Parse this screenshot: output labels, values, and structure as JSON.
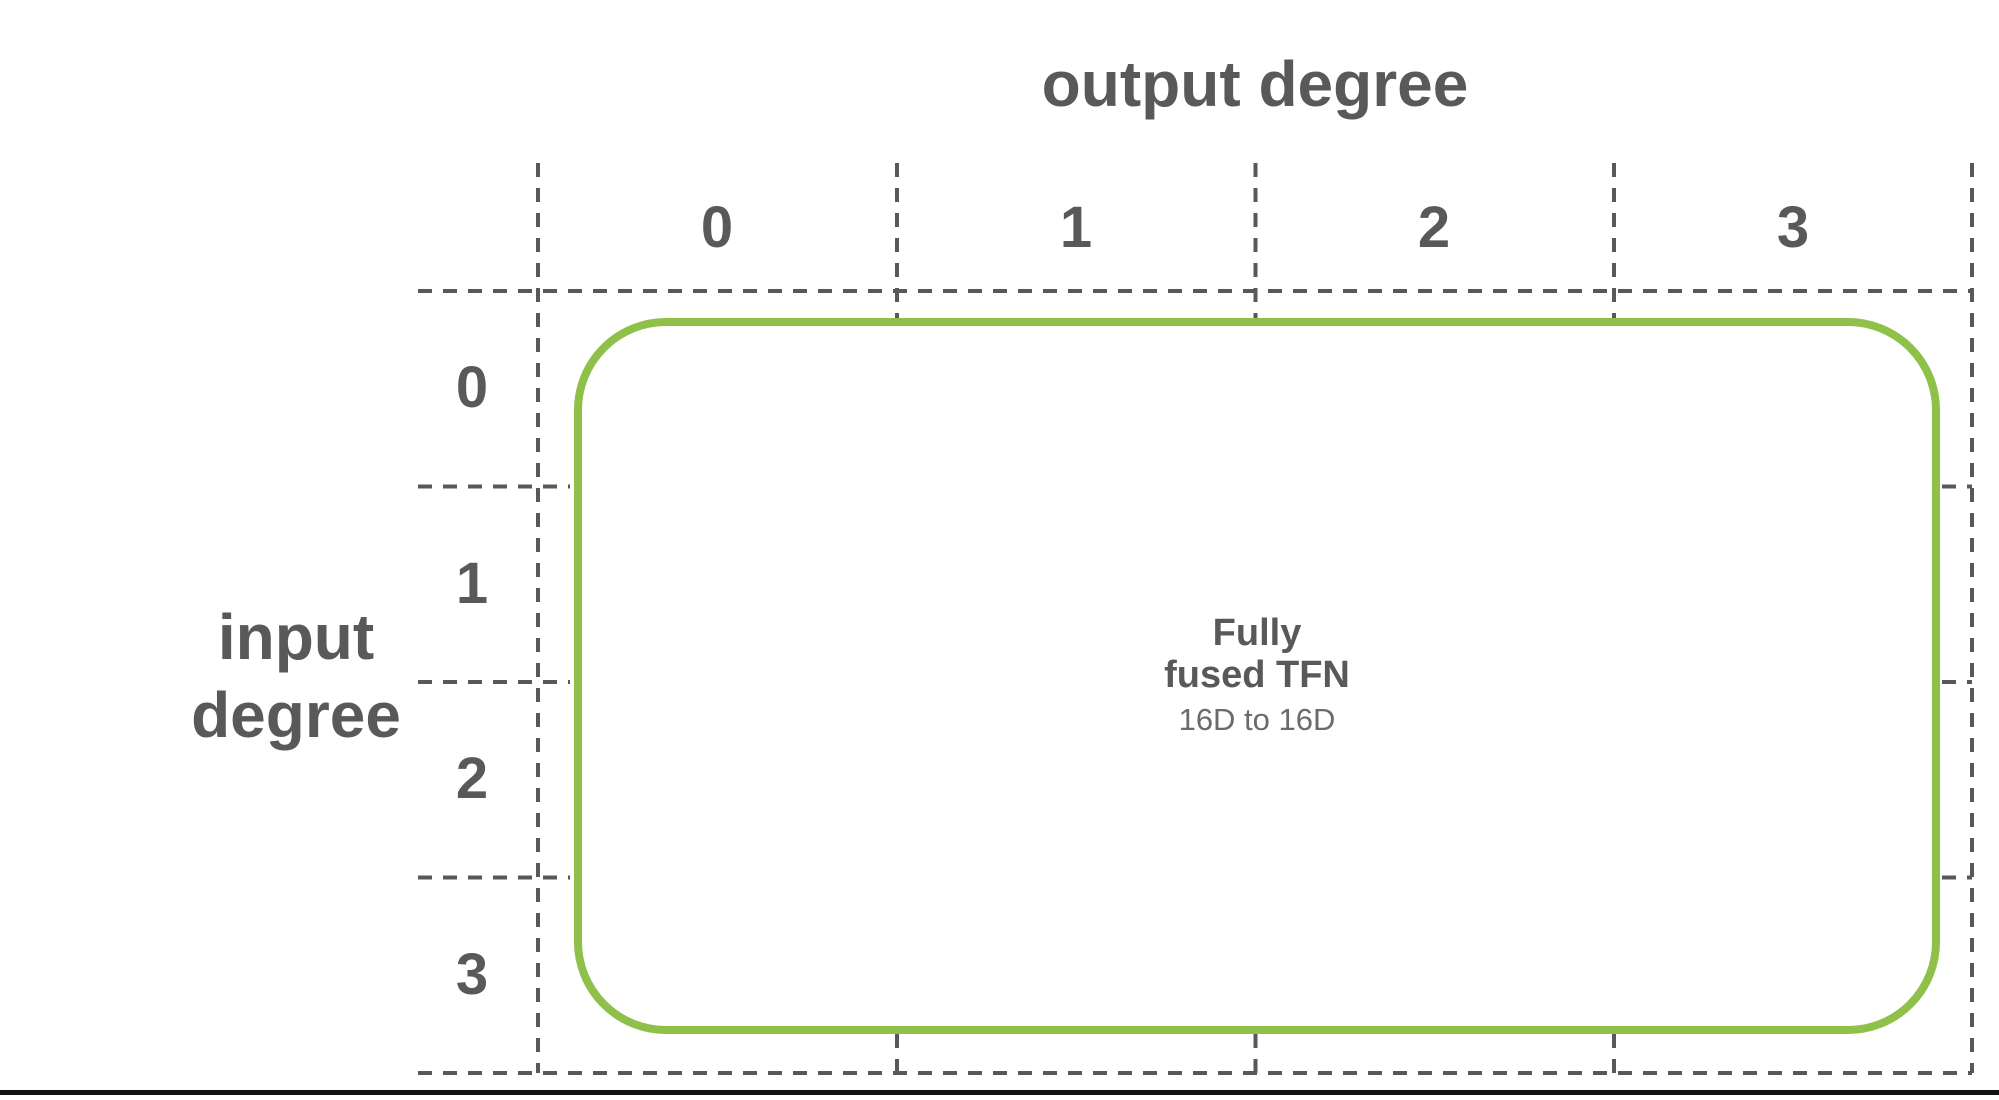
{
  "axes": {
    "output_label": "output degree",
    "input_label_line1": "input",
    "input_label_line2": "degree",
    "output_degrees": [
      "0",
      "1",
      "2",
      "3"
    ],
    "input_degrees": [
      "0",
      "1",
      "2",
      "3"
    ]
  },
  "box": {
    "title_line1": "Fully",
    "title_line2": "fused TFN",
    "subtitle": "16D to 16D"
  },
  "colors": {
    "accent_green": "#8EC04A",
    "label_gray": "#58595B",
    "sub_gray": "#6A6B6E",
    "dash_gray": "#57585B",
    "bar_color": "#131316"
  }
}
